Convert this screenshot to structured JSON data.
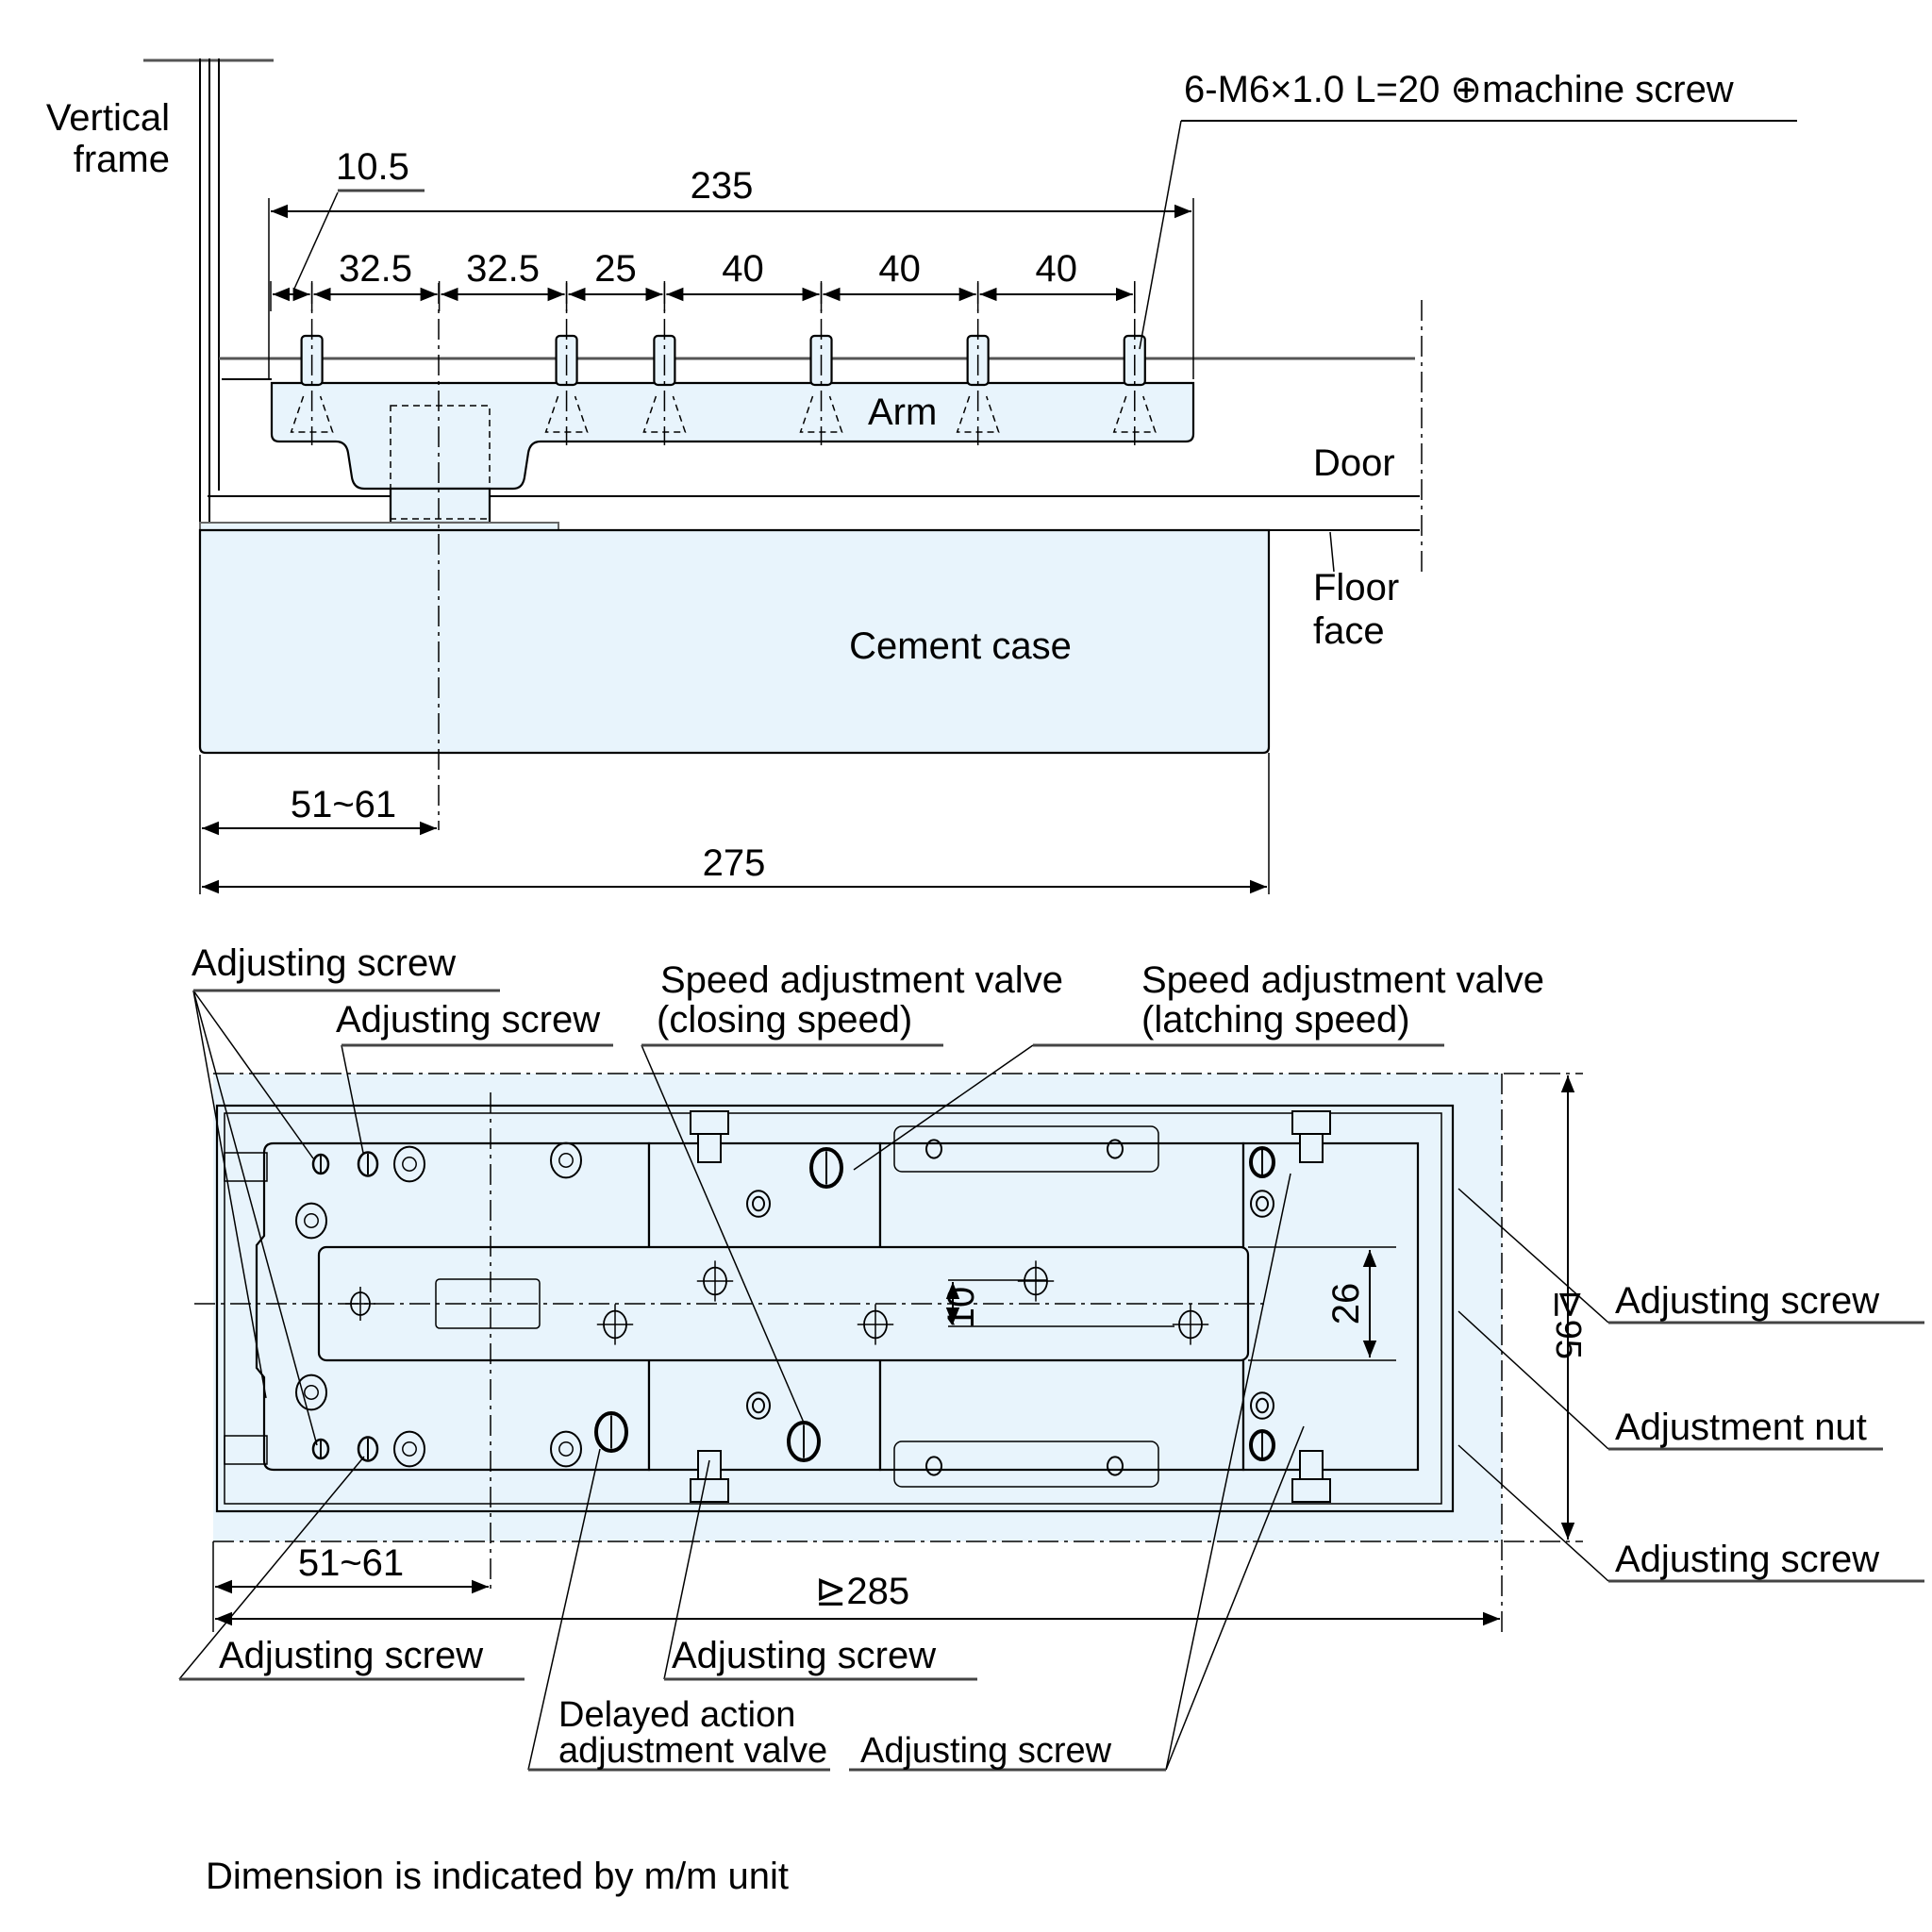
{
  "units_note": "Dimension is indicated by m/m unit",
  "elevation_view": {
    "labels": {
      "vertical_frame_line1": "Vertical",
      "vertical_frame_line2": "frame",
      "arm": "Arm",
      "door": "Door",
      "floor_face_line1": "Floor",
      "floor_face_line2": "face",
      "cement_case": "Cement case",
      "screw_spec": "6-M6×1.0 L=20 ⊕machine screw"
    },
    "dimensions": {
      "offset_first_screw": "10.5",
      "overall_arm_span": "235",
      "screw_spacings": [
        "32.5",
        "32.5",
        "25",
        "40",
        "40",
        "40"
      ],
      "pivot_offset": "51~61",
      "case_length": "275"
    }
  },
  "plan_view": {
    "callouts_top": {
      "adjusting_screw_a": "Adjusting screw",
      "adjusting_screw_b": "Adjusting screw",
      "speed_valve_closing_line1": "Speed adjustment valve",
      "speed_valve_closing_line2": "(closing speed)",
      "speed_valve_latching_line1": "Speed adjustment valve",
      "speed_valve_latching_line2": "(latching speed)"
    },
    "callouts_right": {
      "adjusting_screw_top": "Adjusting screw",
      "adjustment_nut": "Adjustment nut",
      "adjusting_screw_bottom": "Adjusting screw"
    },
    "callouts_bottom": {
      "adjusting_screw_left": "Adjusting screw",
      "adjusting_screw_mid": "Adjusting screw",
      "delayed_action_line1": "Delayed action",
      "delayed_action_line2": "adjustment valve",
      "adjusting_screw_right": "Adjusting screw"
    },
    "dimensions": {
      "pivot_offset": "51~61",
      "overall_length": "⊵285",
      "overall_width": "⊵95",
      "arm_offset": "10",
      "arm_width": "26"
    }
  },
  "colors": {
    "part_fill": "#e8f4fc",
    "line": "#000000"
  }
}
